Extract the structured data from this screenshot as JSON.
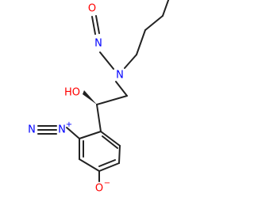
{
  "atoms": {
    "o_nitroso": "O",
    "n_nitroso": "N",
    "n_amine": "N",
    "ho": "HO",
    "n_diazo_outer": "N",
    "n_diazo_inner": "N",
    "n_diazo_charge": "+",
    "o_phenolate": "O",
    "o_phenolate_charge": "−"
  },
  "colors": {
    "bond": "#222222",
    "oxygen": "#ff0000",
    "nitrogen": "#0000ff"
  }
}
